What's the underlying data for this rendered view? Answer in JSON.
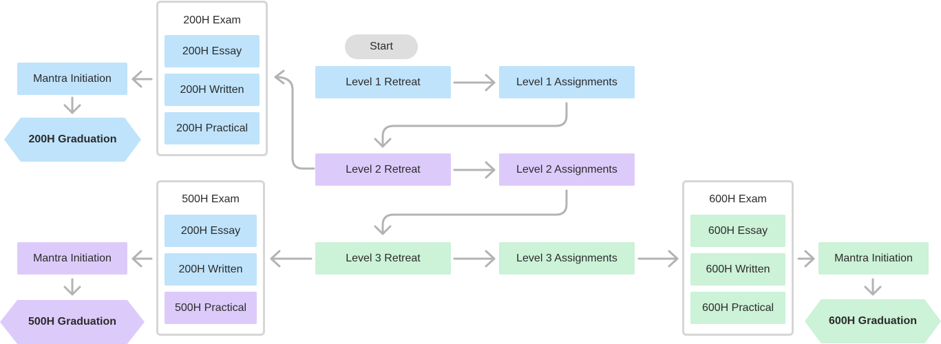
{
  "start": "Start",
  "level1": {
    "retreat": "Level 1 Retreat",
    "assignments": "Level 1 Assignments"
  },
  "level2": {
    "retreat": "Level 2 Retreat",
    "assignments": "Level 2 Assignments"
  },
  "level3": {
    "retreat": "Level 3 Retreat",
    "assignments": "Level 3 Assignments"
  },
  "exam200": {
    "title": "200H Exam",
    "items": [
      "200H Essay",
      "200H Written",
      "200H Practical"
    ],
    "mantra": "Mantra Initiation",
    "graduation": "200H Graduation"
  },
  "exam500": {
    "title": "500H Exam",
    "items": [
      "200H Essay",
      "200H Written",
      "500H Practical"
    ],
    "mantra": "Mantra Initiation",
    "graduation": "500H Graduation"
  },
  "exam600": {
    "title": "600H Exam",
    "items": [
      "600H Essay",
      "600H Written",
      "600H Practical"
    ],
    "mantra": "Mantra Initiation",
    "graduation": "600H Graduation"
  },
  "colors": {
    "blue": "#bfe3fb",
    "purple": "#dccbfa",
    "green": "#ccf2d7",
    "connector": "#b3b3b3",
    "group_border": "#d6d6d6",
    "start_pill": "#dedede"
  }
}
